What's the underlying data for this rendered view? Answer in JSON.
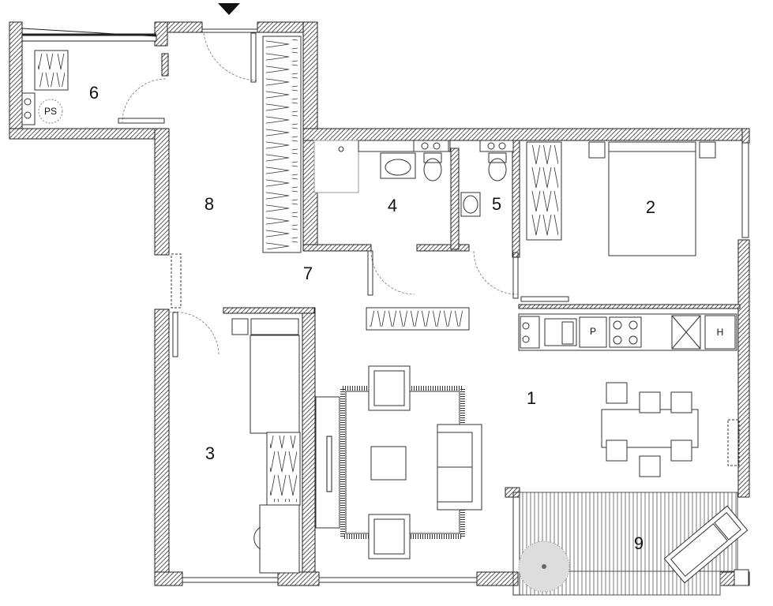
{
  "rooms": [
    {
      "id": "1",
      "label": "1"
    },
    {
      "id": "2",
      "label": "2"
    },
    {
      "id": "3",
      "label": "3"
    },
    {
      "id": "4",
      "label": "4"
    },
    {
      "id": "5",
      "label": "5"
    },
    {
      "id": "6",
      "label": "6"
    },
    {
      "id": "7",
      "label": "7"
    },
    {
      "id": "8",
      "label": "8"
    },
    {
      "id": "9",
      "label": "9"
    }
  ],
  "fixtures": {
    "ps_label": "PS",
    "p_label": "P",
    "h_label": "H"
  },
  "colors": {
    "wall_hatch": "#444444",
    "line": "#333333",
    "background": "#ffffff"
  }
}
